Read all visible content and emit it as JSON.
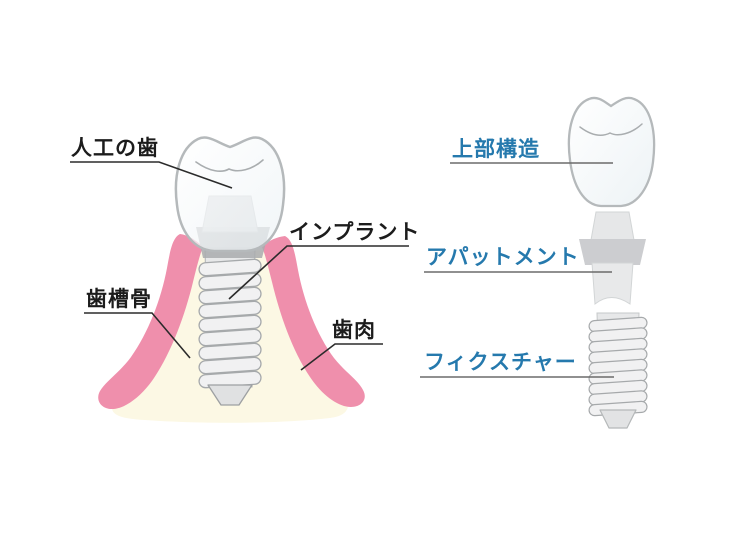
{
  "left_diagram": {
    "description_labels": {
      "artificial_tooth": "人工の歯",
      "implant": "インプラント",
      "alveolar_bone": "歯槽骨",
      "gum": "歯肉"
    }
  },
  "right_diagram": {
    "component_labels": {
      "superstructure": "上部構造",
      "abutment": "アパットメント",
      "fixture": "フィクスチャー"
    }
  },
  "colors": {
    "label_black": "#1c1c1c",
    "label_blue": "#2579ad",
    "gum_pink": "#ef8fac",
    "bone_cream": "#fcf8e4",
    "tooth_outline": "#b5b9bb",
    "metal_light": "#eceded",
    "metal_dark": "#a9abae",
    "leader_black": "#2b2b2b",
    "leader_gray": "#6b6b6b",
    "background": "#ffffff"
  }
}
